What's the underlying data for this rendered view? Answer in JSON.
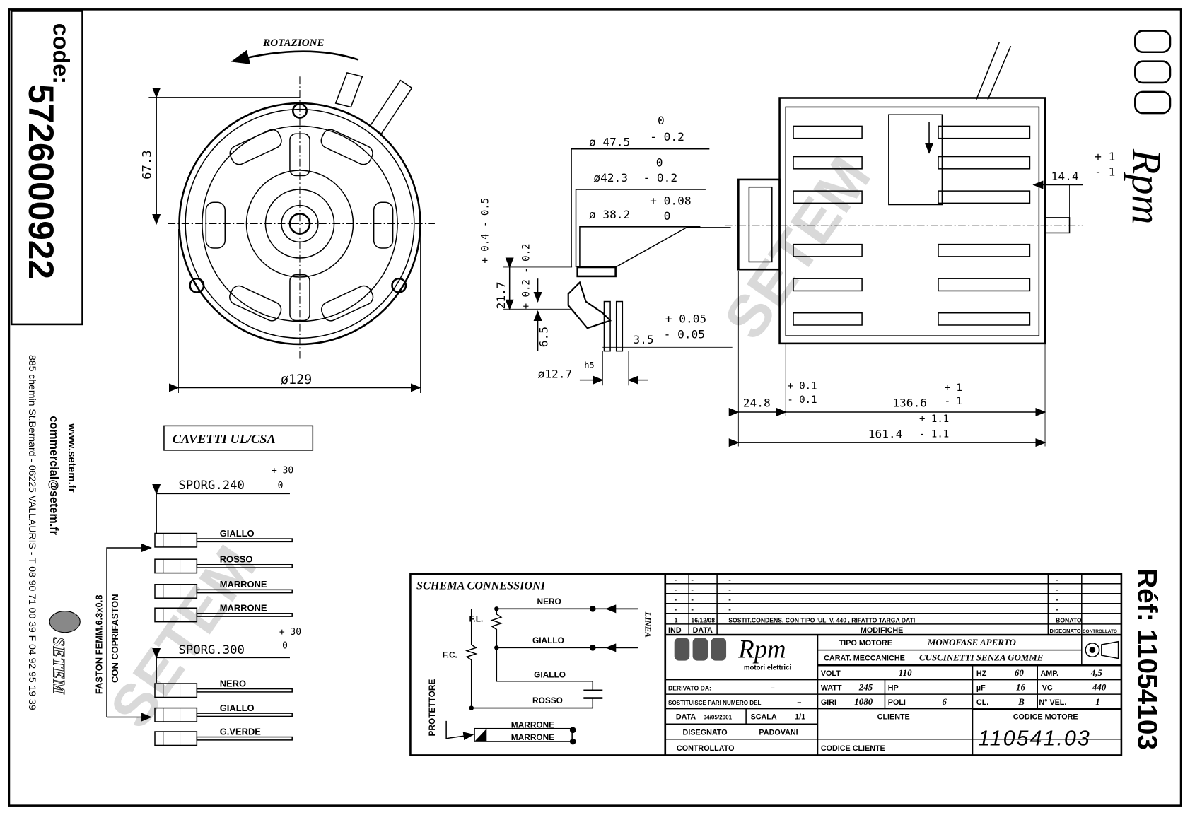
{
  "code": {
    "label": "code:",
    "value": "5726000922"
  },
  "contact": {
    "website": "www.setem.fr",
    "email": "commercial@setem.fr",
    "address": "885 chemin St.Bernard  -  06225 VALLAURIS  -  T 08 90 71 00 39   F 04 92 95 19 39"
  },
  "brand": {
    "setem": "SETEM",
    "rpm": "Rpm",
    "rpm_sub": "motori elettrici",
    "watermark": "SETEM"
  },
  "front_view": {
    "rotation": "ROTAZIONE",
    "dim_height": "67.3",
    "dim_diameter": "ø129"
  },
  "detail": {
    "d1": "ø 47.5",
    "d1_tol_up": "0",
    "d1_tol_low": "- 0.2",
    "d2": "ø42.3",
    "d2_tol_up": "0",
    "d2_tol_low": "- 0.2",
    "d3": "ø 38.2",
    "d3_tol_up": "+ 0.08",
    "d3_tol_low": "0",
    "h1": "21.7",
    "h1_tol": "+ 0.4  - 0.5",
    "h2_tol": "+ 0.2  - 0.2",
    "h3": "6.5",
    "w1": "3.5",
    "w1_tol_up": "+ 0.05",
    "w1_tol_low": "- 0.05",
    "shaft": "ø12.7",
    "shaft_fit": "h5"
  },
  "side_view": {
    "d_right": "14.4",
    "d_right_tol_up": "+ 1",
    "d_right_tol_low": "- 1",
    "d_pulley": "24.8",
    "d_pulley_tol_up": "+ 0.1",
    "d_pulley_tol_low": "- 0.1",
    "d_body": "136.6",
    "d_body_tol_up": "+ 1",
    "d_body_tol_low": "- 1",
    "d_total": "161.4",
    "d_total_tol_up": "+ 1.1",
    "d_total_tol_low": "- 1.1"
  },
  "cables": {
    "title": "CAVETTI UL/CSA",
    "faston_1": "FASTON FEMM.6.3x0.8",
    "faston_2": "CON COPRIFASTON",
    "group1": {
      "label": "SPORG.240",
      "tol_up": "+ 30",
      "tol_low": "0",
      "wires": [
        "GIALLO",
        "ROSSO",
        "MARRONE",
        "MARRONE"
      ]
    },
    "group2": {
      "label": "SPORG.300",
      "tol_up": "+ 30",
      "tol_low": "0",
      "wires": [
        "NERO",
        "GIALLO",
        "G.VERDE"
      ]
    }
  },
  "schema": {
    "title": "SCHEMA CONNESSIONI",
    "fl": "F.L.",
    "fc": "F.C.",
    "wire_nero": "NERO",
    "wire_giallo1": "GIALLO",
    "wire_giallo2": "GIALLO",
    "wire_rosso": "ROSSO",
    "linea": "LINEA",
    "protettore": "PROTETTORE",
    "marrone1": "MARRONE",
    "marrone2": "MARRONE"
  },
  "title_block": {
    "revisions": [
      {
        "ind": "-",
        "data": "-",
        "modifica": "-",
        "disegnato": "-",
        "controllato": ""
      },
      {
        "ind": "-",
        "data": "-",
        "modifica": "-",
        "disegnato": "-",
        "controllato": ""
      },
      {
        "ind": "-",
        "data": "-",
        "modifica": "-",
        "disegnato": "-",
        "controllato": ""
      },
      {
        "ind": "-",
        "data": "-",
        "modifica": "-",
        "disegnato": "-",
        "controllato": ""
      },
      {
        "ind": "1",
        "data": "16/12/08",
        "modifica": "SOSTIT.CONDENS. CON TIPO 'UL' V. 440 , RIFATTO TARGA DATI",
        "disegnato": "BONATO",
        "controllato": ""
      }
    ],
    "headers": {
      "ind": "IND",
      "data": "DATA",
      "modifiche": "MODIFICHE",
      "disegnato": "DISEGNATO",
      "controllato": "CONTROLLATO"
    },
    "tipo_motore_label": "TIPO MOTORE",
    "tipo_motore": "MONOFASE APERTO",
    "carat_label": "CARAT. MECCANICHE",
    "carat": "CUSCINETTI SENZA GOMME",
    "volt_label": "VOLT",
    "volt": "110",
    "hz_label": "HZ",
    "hz": "60",
    "amp_label": "AMP.",
    "amp": "4,5",
    "watt_label": "WATT",
    "watt": "245",
    "hp_label": "HP",
    "hp": "–",
    "uf_label": "µF",
    "uf": "16",
    "vc_label": "VC",
    "vc": "440",
    "giri_label": "GIRI",
    "giri": "1080",
    "poli_label": "POLI",
    "poli": "6",
    "cl_label": "CL.",
    "cl": "B",
    "nvel_label": "N° VEL.",
    "nvel": "1",
    "derivato_label": "DERIVATO DA:",
    "derivato": "–",
    "sostituisce_label": "SOSTITUISCE PARI NUMERO DEL",
    "sostituisce": "–",
    "data_label": "DATA",
    "data": "04/05/2001",
    "scala_label": "SCALA",
    "scala": "1/1",
    "disegnato_label": "DISEGNATO",
    "disegnato": "PADOVANI",
    "controllato_label": "CONTROLLATO",
    "cliente_label": "CLIENTE",
    "codice_cliente_label": "CODICE CLIENTE",
    "codice_motore_label": "CODICE MOTORE",
    "codice_motore": "110541.03"
  },
  "ref": "Réf: 11054103"
}
